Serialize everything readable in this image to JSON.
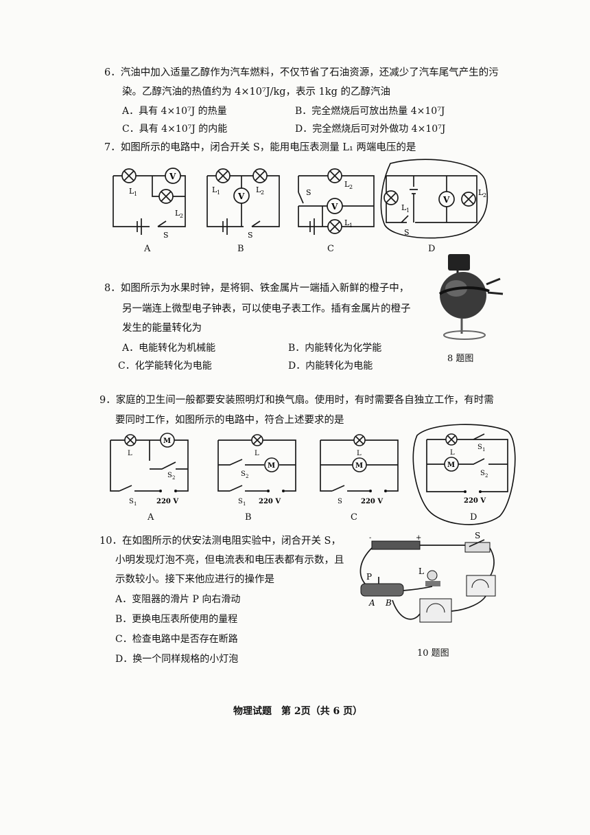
{
  "q6": {
    "stem_line1": "6．汽油中加入适量乙醇作为汽车燃料，不仅节省了石油资源，还减少了汽车尾气产生的污",
    "stem_line2": "染。乙醇汽油的热值约为 4×10⁷J/kg，表示 1kg 的乙醇汽油",
    "options": [
      "A．具有 4×10⁷J 的热量",
      "B．完全燃烧后可放出热量 4×10⁷J",
      "C．具有 4×10⁷J 的内能",
      "D．完全燃烧后可对外做功 4×10⁷J"
    ]
  },
  "q7": {
    "stem": "7．如图所示的电路中，闭合开关 S，能用电压表测量 L₁ 两端电压的是",
    "captions": [
      "A",
      "B",
      "C",
      "D"
    ]
  },
  "q8": {
    "stem_line1": "8．如图所示为水果时钟，是将铜、铁金属片一端插入新鲜的橙子中，",
    "stem_line2": "另一端连上微型电子钟表，可以使电子表工作。插有金属片的橙子",
    "stem_line3": "发生的能量转化为",
    "options": [
      "A．电能转化为机械能",
      "B．内能转化为化学能",
      "C．化学能转化为电能",
      "D．内能转化为电能"
    ],
    "figure_caption": "8 题图"
  },
  "q9": {
    "stem_line1": "9．家庭的卫生间一般都要安装照明灯和换气扇。使用时，有时需要各自独立工作，有时需",
    "stem_line2": "要同时工作，如图所示的电路中，符合上述要求的是",
    "captions": [
      "A",
      "B",
      "C",
      "D"
    ],
    "voltage": "220 V"
  },
  "q10": {
    "stem_line1": "10．在如图所示的伏安法测电阻实验中，闭合开关 S，",
    "stem_line2": "小明发现灯泡不亮，但电流表和电压表都有示数，且",
    "stem_line3": "示数较小。接下来他应进行的操作是",
    "options": [
      "A．变阻器的滑片 P 向右滑动",
      "B．更换电压表所使用的量程",
      "C．检查电路中是否存在断路",
      "D．换一个同样规格的小灯泡"
    ],
    "figure_caption": "10 题图"
  },
  "footer": "物理试题　第 2页（共 6 页）"
}
